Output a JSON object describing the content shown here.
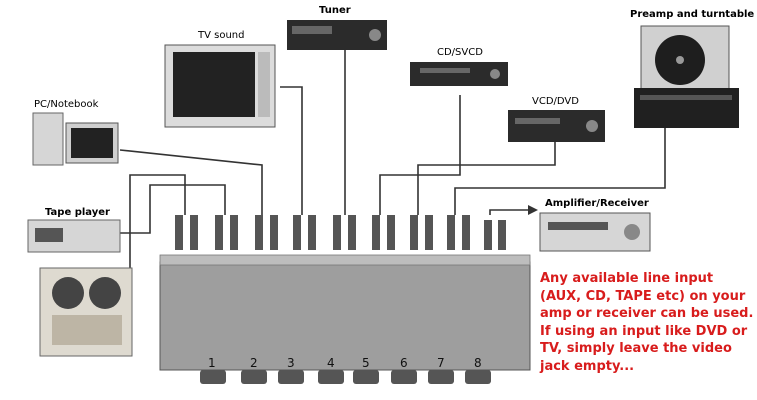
{
  "labels": {
    "tuner": "Tuner",
    "tv_sound": "TV sound",
    "preamp_turntable": "Preamp and turntable",
    "cd_svcd": "CD/SVCD",
    "pc_notebook": "PC/Notebook",
    "vcd_dvd": "VCD/DVD",
    "tape_player": "Tape player",
    "amplifier_receiver": "Amplifier/Receiver"
  },
  "note": "Any available line input (AUX, CD, TAPE etc) on your amp or receiver can be used. If using an input like DVD or TV, simply leave the video jack empty...",
  "switch_positions": [
    "1",
    "2",
    "3",
    "4",
    "5",
    "6",
    "7",
    "8"
  ],
  "colors": {
    "switch_box": "#9e9e9e",
    "cable": "#333333",
    "note_text": "#d81c1c"
  }
}
